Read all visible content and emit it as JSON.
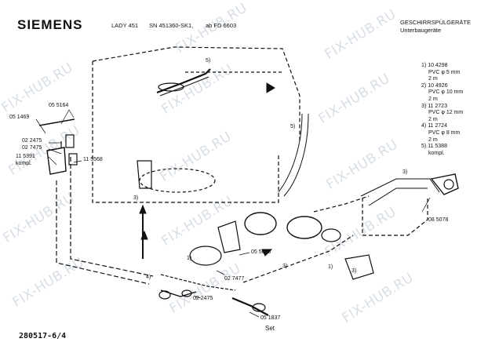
{
  "header": {
    "brand": "SIEMENS",
    "model": "LADY 451",
    "code": "SN 451360-SK1,",
    "from": "ab FD 6603",
    "category": "GESCHIRRSPÜLGERÄTE",
    "subcategory": "Unterbaugeräte"
  },
  "legend": [
    {
      "num": "1)",
      "part": "10 4298",
      "desc": "PVC φ 5 mm",
      "len": "2 m"
    },
    {
      "num": "2)",
      "part": "10 4926",
      "desc": "PVC φ 10 mm",
      "len": "2 m"
    },
    {
      "num": "3)",
      "part": "11 2723",
      "desc": "PVC φ 12 mm",
      "len": "2 m"
    },
    {
      "num": "4)",
      "part": "11 2724",
      "desc": "PVC φ 8 mm",
      "len": "2 m"
    },
    {
      "num": "5)",
      "part": "11 5388",
      "desc": "kompl.",
      "len": ""
    }
  ],
  "labels": {
    "p055164": "05 5164",
    "p051469": "05 1469",
    "p022475a": "02 2475",
    "p027475": "02 7475",
    "p115391": "11 5391",
    "kompl": "kompl.",
    "p115568": "11 5568",
    "p085078": "08 5078",
    "p055655": "05 5655",
    "p027477": "02 7477",
    "p022475b": "02 2475",
    "p051837": "05 1837",
    "set": "Set",
    "c5a": "5)",
    "c5b": "5)",
    "c3a": "3)",
    "c3b": "3)",
    "c3c": "3)",
    "c3d": "3)",
    "c1a": "1)",
    "c1b": "1)",
    "c4": "4)"
  },
  "doc_number": "280517-6/4",
  "watermark": "FIX-HUB.RU"
}
